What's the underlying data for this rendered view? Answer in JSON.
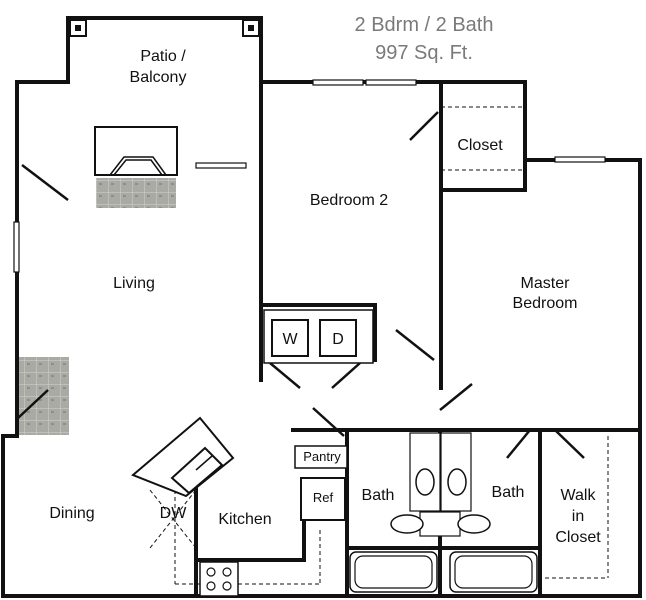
{
  "header": {
    "layout": "2 Bdrm / 2 Bath",
    "area": "997 Sq. Ft."
  },
  "rooms": {
    "patio_line1": "Patio /",
    "patio_line2": "Balcony",
    "closet": "Closet",
    "bedroom2": "Bedroom 2",
    "living": "Living",
    "master_line1": "Master",
    "master_line2": "Bedroom",
    "washer": "W",
    "dryer": "D",
    "pantry": "Pantry",
    "refrigerator": "Ref",
    "bath_left": "Bath",
    "bath_right": "Bath",
    "walkin_line1": "Walk",
    "walkin_line2": "in",
    "walkin_line3": "Closet",
    "dining": "Dining",
    "dishwasher": "DW",
    "kitchen": "Kitchen"
  },
  "colors": {
    "wall": "#111111",
    "title_text": "#7a7a7a",
    "tile": "#a9aaa4"
  }
}
